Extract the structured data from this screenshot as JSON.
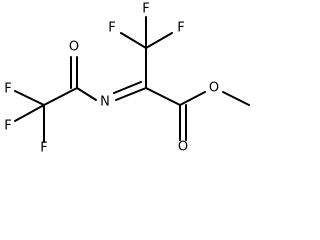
{
  "molecule": {
    "atom_labels": {
      "f_top_left": "F",
      "f_top_middle": "F",
      "f_top_right": "F",
      "o_acyl": "O",
      "n_imine": "N",
      "o_ester": "O",
      "o_carbonyl": "O",
      "f_left_upper": "F",
      "f_left_lower": "F",
      "f_bottom": "F"
    }
  }
}
